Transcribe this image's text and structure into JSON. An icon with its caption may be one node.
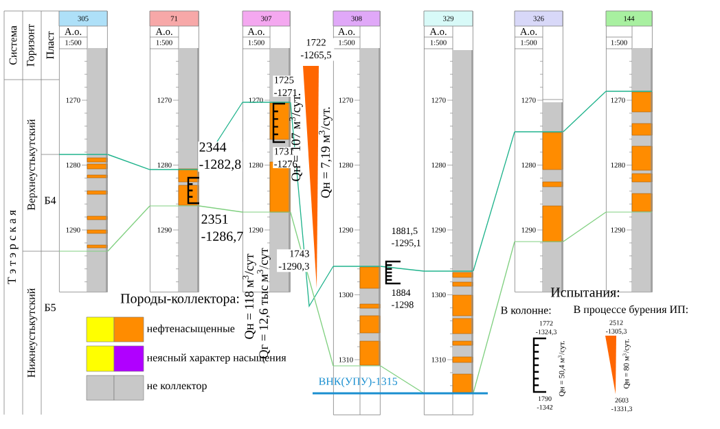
{
  "diagram": {
    "nodes": [
      {
        "text": [
          "305",
          "А.о.",
          "1:500",
          "1270",
          "1280",
          "1290"
        ]
      },
      {
        "text": [
          "71",
          "А.о.",
          "1:500",
          "1270",
          "1280",
          "1290"
        ]
      },
      {
        "text": [
          "307",
          "А.о.",
          "1:500",
          "1270",
          "1280",
          "1290"
        ]
      },
      {
        "text": [
          "308",
          "А.о.",
          "1:500",
          "1270",
          "1280",
          "1290",
          "1300",
          "1310"
        ]
      },
      {
        "text": [
          "329",
          "А.о.",
          "1:500",
          "1270",
          "1280",
          "1290",
          "1300",
          "1310"
        ]
      },
      {
        "text": [
          "326",
          "А.о.",
          "1:500",
          "1270",
          "1280",
          "1290"
        ]
      },
      {
        "text": [
          "144",
          "1:500",
          "1270",
          "1280",
          "1290"
        ]
      },
      {
        "text": [],
        "shape": "triangle"
      },
      {
        "text": [],
        "shape": "triangle"
      }
    ],
    "edges": [
      {
        "from": 0,
        "to": 1,
        "arrow": "none",
        "color": "#1fb38c"
      },
      {
        "from": 0,
        "to": 1,
        "arrow": "none",
        "color": "#80d080"
      },
      {
        "from": 1,
        "to": 2,
        "arrow": "none",
        "color": "#1fb38c"
      },
      {
        "from": 1,
        "to": 2,
        "arrow": "none",
        "color": "#80d080"
      },
      {
        "from": 2,
        "to": 3,
        "arrow": "none",
        "color": "#1fb38c"
      },
      {
        "from": 2,
        "to": 3,
        "arrow": "none",
        "color": "#80d080"
      },
      {
        "from": 3,
        "to": 4,
        "arrow": "none",
        "color": "#1fb38c"
      },
      {
        "from": 3,
        "to": 4,
        "arrow": "none",
        "color": "#80d080"
      },
      {
        "from": 4,
        "to": 5,
        "arrow": "none",
        "color": "#1fb38c"
      },
      {
        "from": 4,
        "to": 5,
        "arrow": "none",
        "color": "#80d080"
      },
      {
        "from": 5,
        "to": 6,
        "arrow": "none",
        "color": "#1fb38c"
      },
      {
        "from": 5,
        "to": 6,
        "arrow": "none",
        "color": "#80d080"
      }
    ],
    "labels": [
      "Система",
      "Горизонт",
      "Пласт",
      "Т э т э р с к а я",
      "Верхнеустькутский",
      "Б4",
      "Нижнеустькутский",
      "Б5",
      "1722 -1265,5",
      "1725 -1271",
      "1731 -1276",
      "Qн = 107 м$^{3}$/сут.",
      "Qн = 7,19 м$^{3}$/сут.",
      "2344 -1282,8",
      "Qн = 118 м$^{3}$/сут",
      "Qг = 12,6 тыс м$^{3}$/сут",
      "2351 -1286,7",
      "1881,5 -1295,1",
      "1743 -1290,3",
      "1884 -1298",
      "Породы-коллектора:",
      "Испытания:",
      "В колонне:",
      "В процессе бурения ИП:",
      "ВНК(УПУ)-1315",
      "1772 -1324,3",
      "2512 -1305,3",
      "Qн = 50,4 м$^{3}$/сут.",
      "Qн = 80 м$^{3}$/сут.",
      "1790 -1342",
      "2603 -1331,3"
    ],
    "legend": [
      {
        "text": "нефтенасыщенные",
        "color": "#ff8c00"
      },
      {
        "text": "неясный характер насыщения",
        "color": "#b000ff"
      },
      {
        "text": "не коллектор",
        "color": "#c8c8c8"
      }
    ]
  }
}
